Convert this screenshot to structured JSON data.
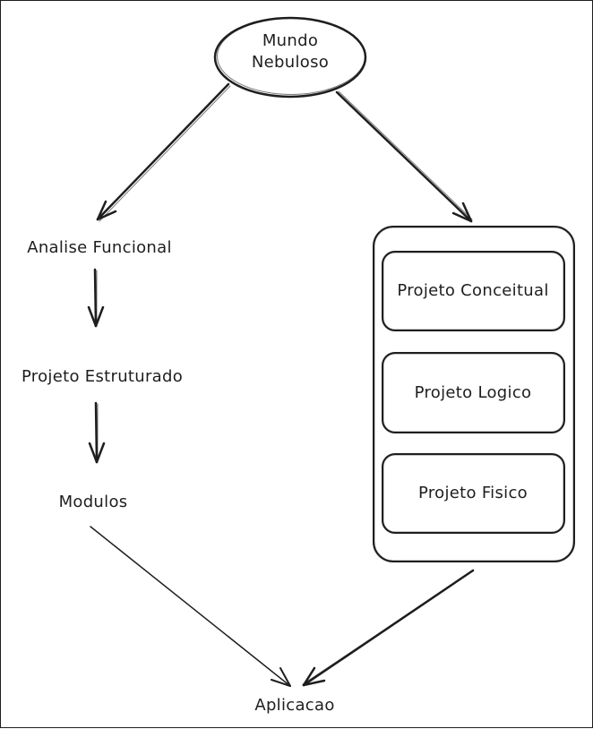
{
  "diagram": {
    "top_node": "Mundo\nNebuloso",
    "left_branch": {
      "step1": "Analise Funcional",
      "step2": "Projeto Estruturado",
      "step3": "Modulos"
    },
    "right_branch": {
      "box1": "Projeto Conceitual",
      "box2": "Projeto Logico",
      "box3": "Projeto Fisico"
    },
    "bottom_node": "Aplicacao"
  },
  "colors": {
    "stroke": "#1e1e1e",
    "background": "#ffffff"
  }
}
